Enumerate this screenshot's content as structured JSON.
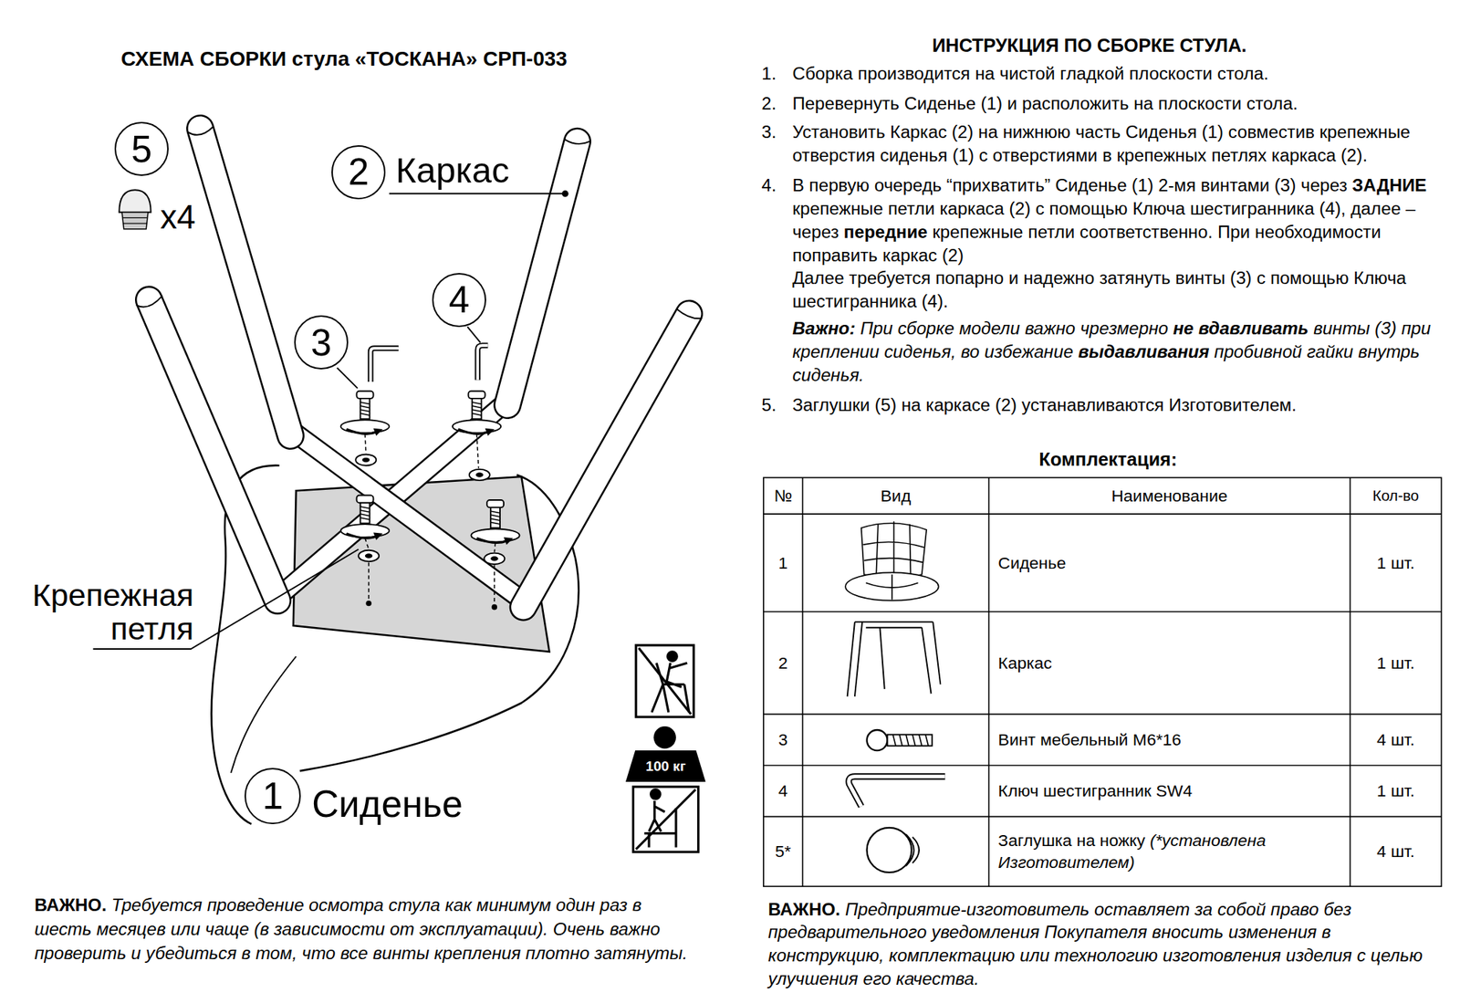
{
  "diagram": {
    "title": "СХЕМА СБОРКИ стула «ТОСКАНА» СРП-033",
    "nodes": [
      {
        "text": [
          "5"
        ]
      },
      {
        "text": [
          "2"
        ]
      },
      {
        "text": [
          "4"
        ]
      },
      {
        "text": [
          "3"
        ]
      },
      {
        "text": [
          "100 кг"
        ]
      },
      {
        "text": [
          "1"
        ]
      }
    ],
    "labels": [
      "x4",
      "Каркас",
      "Крепежная петля",
      "Сиденье",
      "ИНСТРУКЦИЯ ПО СБОРКЕ СТУЛА.",
      "1.",
      "Сборка производится на чистой гладкой плоскости стола.",
      "2.",
      "Перевернуть Сиденье (1) и расположить на плоскости стола.",
      "3.",
      "Установить Каркас (2) на нижнюю часть Сиденья (1) совместив крепежные отверстия сиденья (1) с отверстиями в крепежных петлях каркаса (2).",
      "4.",
      "В первую очередь “прихватить” Сиденье (1) 2-мя винтами (3) через",
      "ЗАДНИЕ",
      "крепежные петли каркаса (2) с помощью Ключа шестигранника (4), далее – через",
      "передние",
      "крепежные петли соответственно. При необходимости поправить каркас (2)",
      "Далее требуется попарно и надежно затянуть винты (3) с помощью Ключа шестигранника (4).",
      "Важно:",
      "При сборке модели важно чрезмерно",
      "не вдавливать",
      "винты (3) при креплении сиденья, во избежание",
      "выдавливания",
      "пробивной гайки внутрь сиденья.",
      "5.",
      "Заглушки (5) на каркасе (2) устанавливаются Изготовителем.",
      "Комплектация:",
      "№",
      "Вид",
      "Наименование",
      "Кол-во",
      "1",
      "Сиденье",
      "1 шт.",
      "2",
      "Каркас",
      "1 шт.",
      "3",
      "Винт мебельный М6*16",
      "4 шт.",
      "4",
      "Ключ шестигранник SW4",
      "1 шт.",
      "5*",
      "Заглушка на ножку",
      "(*установлена Изготовителем)",
      "4 шт.",
      "ВАЖНО.",
      "Требуется проведение осмотра стула как минимум один раз в шесть месяцев или чаще (в зависимости от эксплуатации). Очень важно проверить и убедиться в том, что все винты крепления плотно затянуты.",
      "ВАЖНО.",
      "Предприятие-изготовитель оставляет за собой право без предварительного уведомления Покупателя вносить изменения в конструкцию, комплектацию или технологию изготовления изделия с целью улучшения его качества."
    ]
  }
}
